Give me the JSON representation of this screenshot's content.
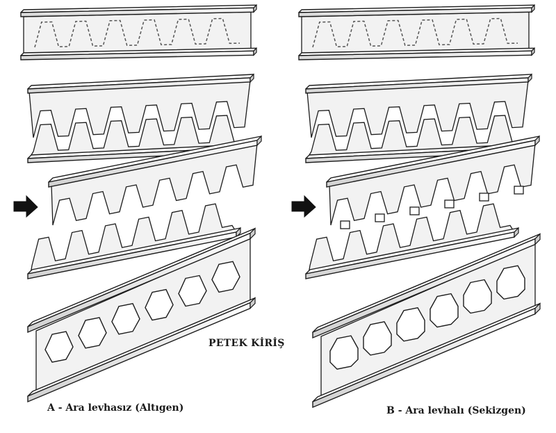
{
  "title": "PETEK KİRİŞ",
  "panels": [
    {
      "id": "A",
      "caption": "A - Ara levhasız (Altıgen)",
      "opening_shape": "hexagon",
      "has_spacer_plate": false
    },
    {
      "id": "B",
      "caption": "B - Ara levhalı (Sekizgen)",
      "opening_shape": "octagon",
      "has_spacer_plate": true
    }
  ],
  "colors": {
    "ink": "#1c1c1c",
    "steel_face": "#f2f2f2",
    "steel_shade": "#cfcfcf",
    "cut_line": "#555555",
    "arrow": "#111111"
  },
  "icons": {
    "arrow": "arrow-right-icon"
  }
}
